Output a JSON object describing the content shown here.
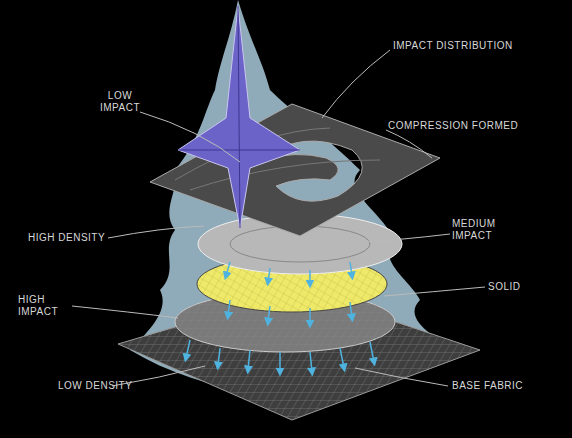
{
  "diagram": {
    "labels": [
      "IMPACT DISTRIBUTION",
      "LOW IMPACT",
      "COMPRESSION FORMED",
      "HIGH DENSITY",
      "MEDIUM IMPACT",
      "SOLID",
      "HIGH IMPACT",
      "LOW DENSITY",
      "BASE FABRIC"
    ]
  }
}
